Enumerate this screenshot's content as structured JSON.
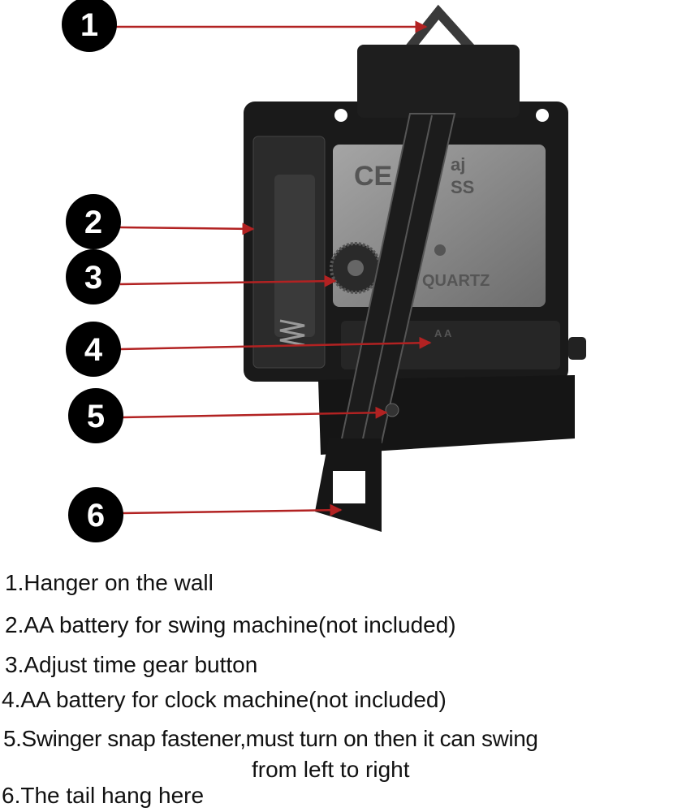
{
  "markers": [
    "1",
    "2",
    "3",
    "4",
    "5",
    "6"
  ],
  "movement_labels": {
    "ce": "CE",
    "brand": "aj",
    "model": "SS",
    "quartz": "QUARTZ",
    "battery": "A A"
  },
  "captions": [
    "1.Hanger on the wall",
    "2.AA battery for swing machine(not included)",
    "3.Adjust time gear button",
    "4.AA battery for clock machine(not included)",
    "5.Swinger snap fastener,must turn on then it can swing",
    "from left to right",
    "6.The tail hang here"
  ],
  "colors": {
    "marker": "#000000",
    "arrow": "#b22222",
    "body": "#1a1a1a",
    "metal": "#8a8a8a"
  }
}
